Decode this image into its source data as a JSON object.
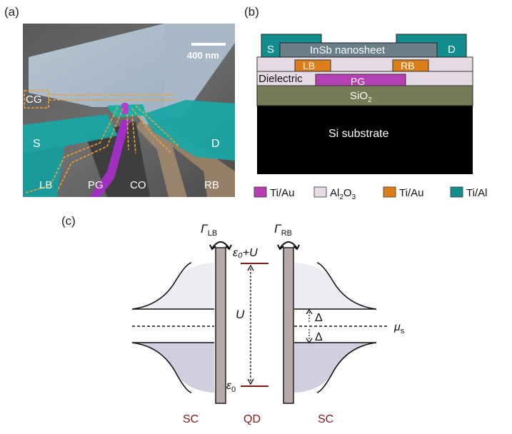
{
  "panels": {
    "a": {
      "label": "(a)",
      "scale_bar": "400 nm",
      "labels": {
        "cg": "CG",
        "s": "S",
        "d": "D",
        "lb": "LB",
        "pg": "PG",
        "co": "CO",
        "rb": "RB"
      }
    },
    "b": {
      "label": "(b)",
      "layers": {
        "s": "S",
        "d": "D",
        "nanosheet": "InSb nanosheet",
        "lb": "LB",
        "rb": "RB",
        "dielectric": "Dielectric",
        "pg": "PG",
        "sio2": "SiO",
        "sio2_sub": "2",
        "si": "Si substrate"
      },
      "legend": [
        {
          "label": "Ti/Au",
          "color": "#b440b4"
        },
        {
          "label": "Al",
          "label_sub": "2",
          "label_mid": "O",
          "label_sub2": "3",
          "color": "#e4dbe4"
        },
        {
          "label": "Ti/Au",
          "color": "#dc7f19"
        },
        {
          "label": "Ti/Al",
          "color": "#128c8c"
        }
      ]
    },
    "c": {
      "label": "(c)",
      "gamma_lb": "Γ",
      "gamma_lb_sub": "LB",
      "gamma_rb": "Γ",
      "gamma_rb_sub": "RB",
      "eps_u": "ε₀+U",
      "u": "U",
      "eps0": "ε",
      "eps0_sub": "0",
      "delta_top": "Δ",
      "delta_bottom": "Δ",
      "mu": "μ",
      "mu_sub": "s",
      "sc_left": "SC",
      "qd": "QD",
      "sc_right": "SC"
    }
  },
  "colors": {
    "teal": "#1aa5a5",
    "orange_dash": "#f0a030",
    "purple": "#a030c0",
    "level": "#7a1a1a",
    "sc_fill": "#cfcfe0",
    "barrier": "#b8aaa8",
    "sio2": "#757a57"
  }
}
